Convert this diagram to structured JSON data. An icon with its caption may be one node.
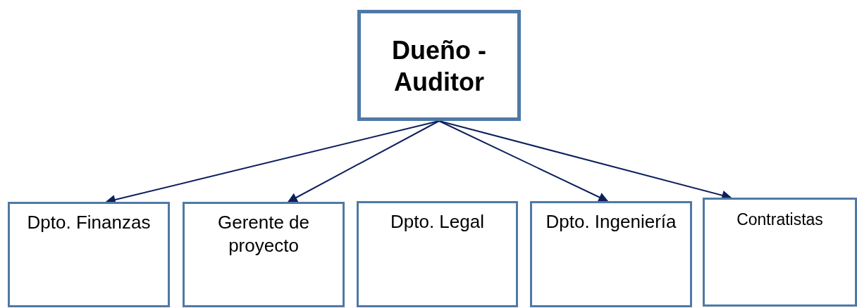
{
  "diagram": {
    "nodes": [
      {
        "text": [
          "Dueño - Auditor"
        ]
      },
      {
        "text": [
          "Dpto. Finanzas"
        ]
      },
      {
        "text": [
          "Gerente de proyecto"
        ]
      },
      {
        "text": [
          "Dpto. Legal"
        ]
      },
      {
        "text": [
          "Dpto. Ingeniería"
        ]
      },
      {
        "text": [
          "Contratistas"
        ]
      }
    ],
    "edges": [
      {
        "from": 0,
        "to": 1,
        "arrow": "to"
      },
      {
        "from": 0,
        "to": 2,
        "arrow": "to"
      },
      {
        "from": 0,
        "to": 4,
        "arrow": "to"
      },
      {
        "from": 0,
        "to": 5,
        "arrow": "to"
      }
    ]
  }
}
